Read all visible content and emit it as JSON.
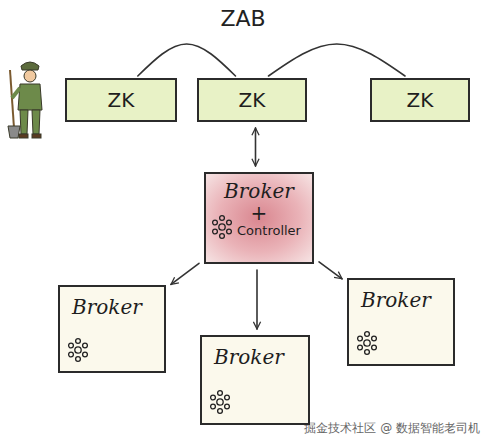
{
  "diagram": {
    "nodes": [
      {
        "text": [
          "ZK"
        ]
      },
      {
        "text": [
          "ZK"
        ]
      },
      {
        "text": [
          "ZK"
        ]
      },
      {
        "text": [
          "Broker",
          "+",
          "Controller"
        ]
      },
      {
        "text": [
          "Broker"
        ]
      },
      {
        "text": [
          "Broker"
        ]
      },
      {
        "text": [
          "Broker"
        ]
      }
    ],
    "edges": [
      {
        "from": 0,
        "to": 1,
        "arrow": "none"
      },
      {
        "from": 1,
        "to": 2,
        "arrow": "none"
      },
      {
        "from": 1,
        "to": 3,
        "arrow": "both"
      },
      {
        "from": 3,
        "to": 4,
        "arrow": "to"
      },
      {
        "from": 3,
        "to": 5,
        "arrow": "to"
      },
      {
        "from": 3,
        "to": 6,
        "arrow": "to"
      }
    ],
    "labels": [
      "ZAB",
      "掘金技术社区 @ 数据智能老司机"
    ]
  }
}
